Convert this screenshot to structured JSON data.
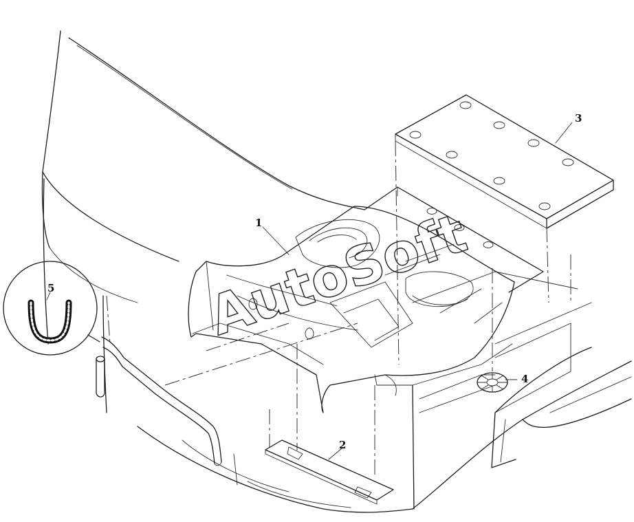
{
  "diagram": {
    "watermark": "AutoSoft",
    "callouts": [
      {
        "id": "1",
        "label": "1"
      },
      {
        "id": "2",
        "label": "2"
      },
      {
        "id": "3",
        "label": "3"
      },
      {
        "id": "4",
        "label": "4"
      },
      {
        "id": "5",
        "label": "5"
      }
    ],
    "colors": {
      "line": "#1a1a1a",
      "background": "#ffffff"
    }
  }
}
